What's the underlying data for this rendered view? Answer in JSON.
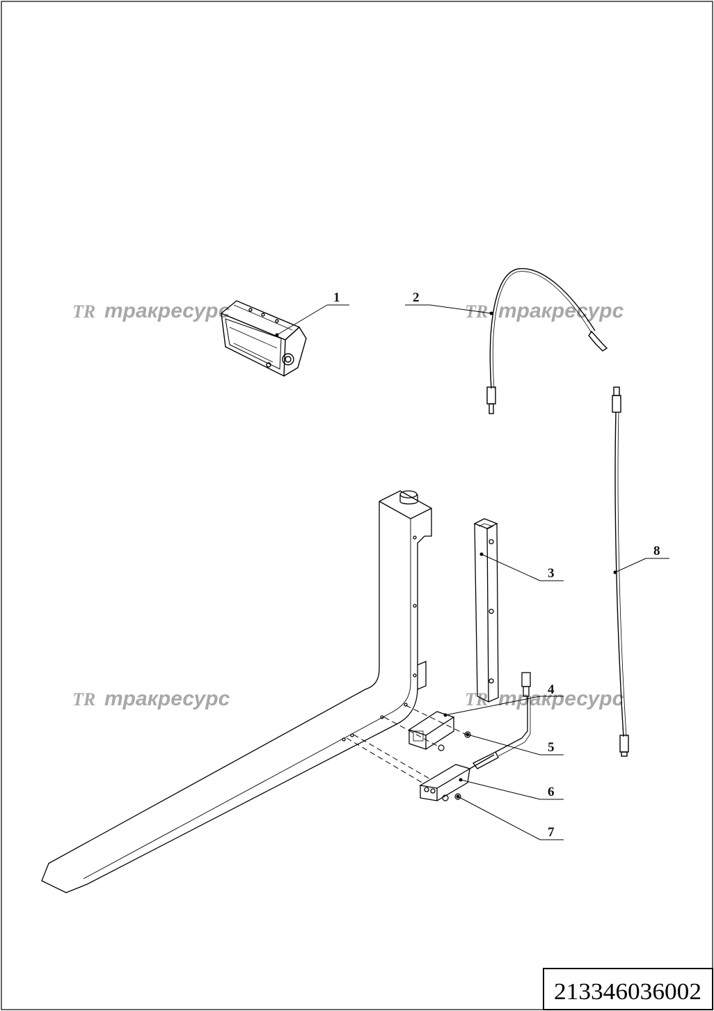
{
  "drawing": {
    "document_number": "213346036002",
    "watermark_text": "тракресурс",
    "watermark_logo": "TR"
  },
  "callouts": [
    {
      "id": "1",
      "label": "1",
      "part": "monitor"
    },
    {
      "id": "2",
      "label": "2",
      "part": "cable-short"
    },
    {
      "id": "3",
      "label": "3",
      "part": "mount-channel"
    },
    {
      "id": "4",
      "label": "4",
      "part": "bracket"
    },
    {
      "id": "5",
      "label": "5",
      "part": "screw"
    },
    {
      "id": "6",
      "label": "6",
      "part": "camera"
    },
    {
      "id": "7",
      "label": "7",
      "part": "screw"
    },
    {
      "id": "8",
      "label": "8",
      "part": "cable-long"
    }
  ]
}
